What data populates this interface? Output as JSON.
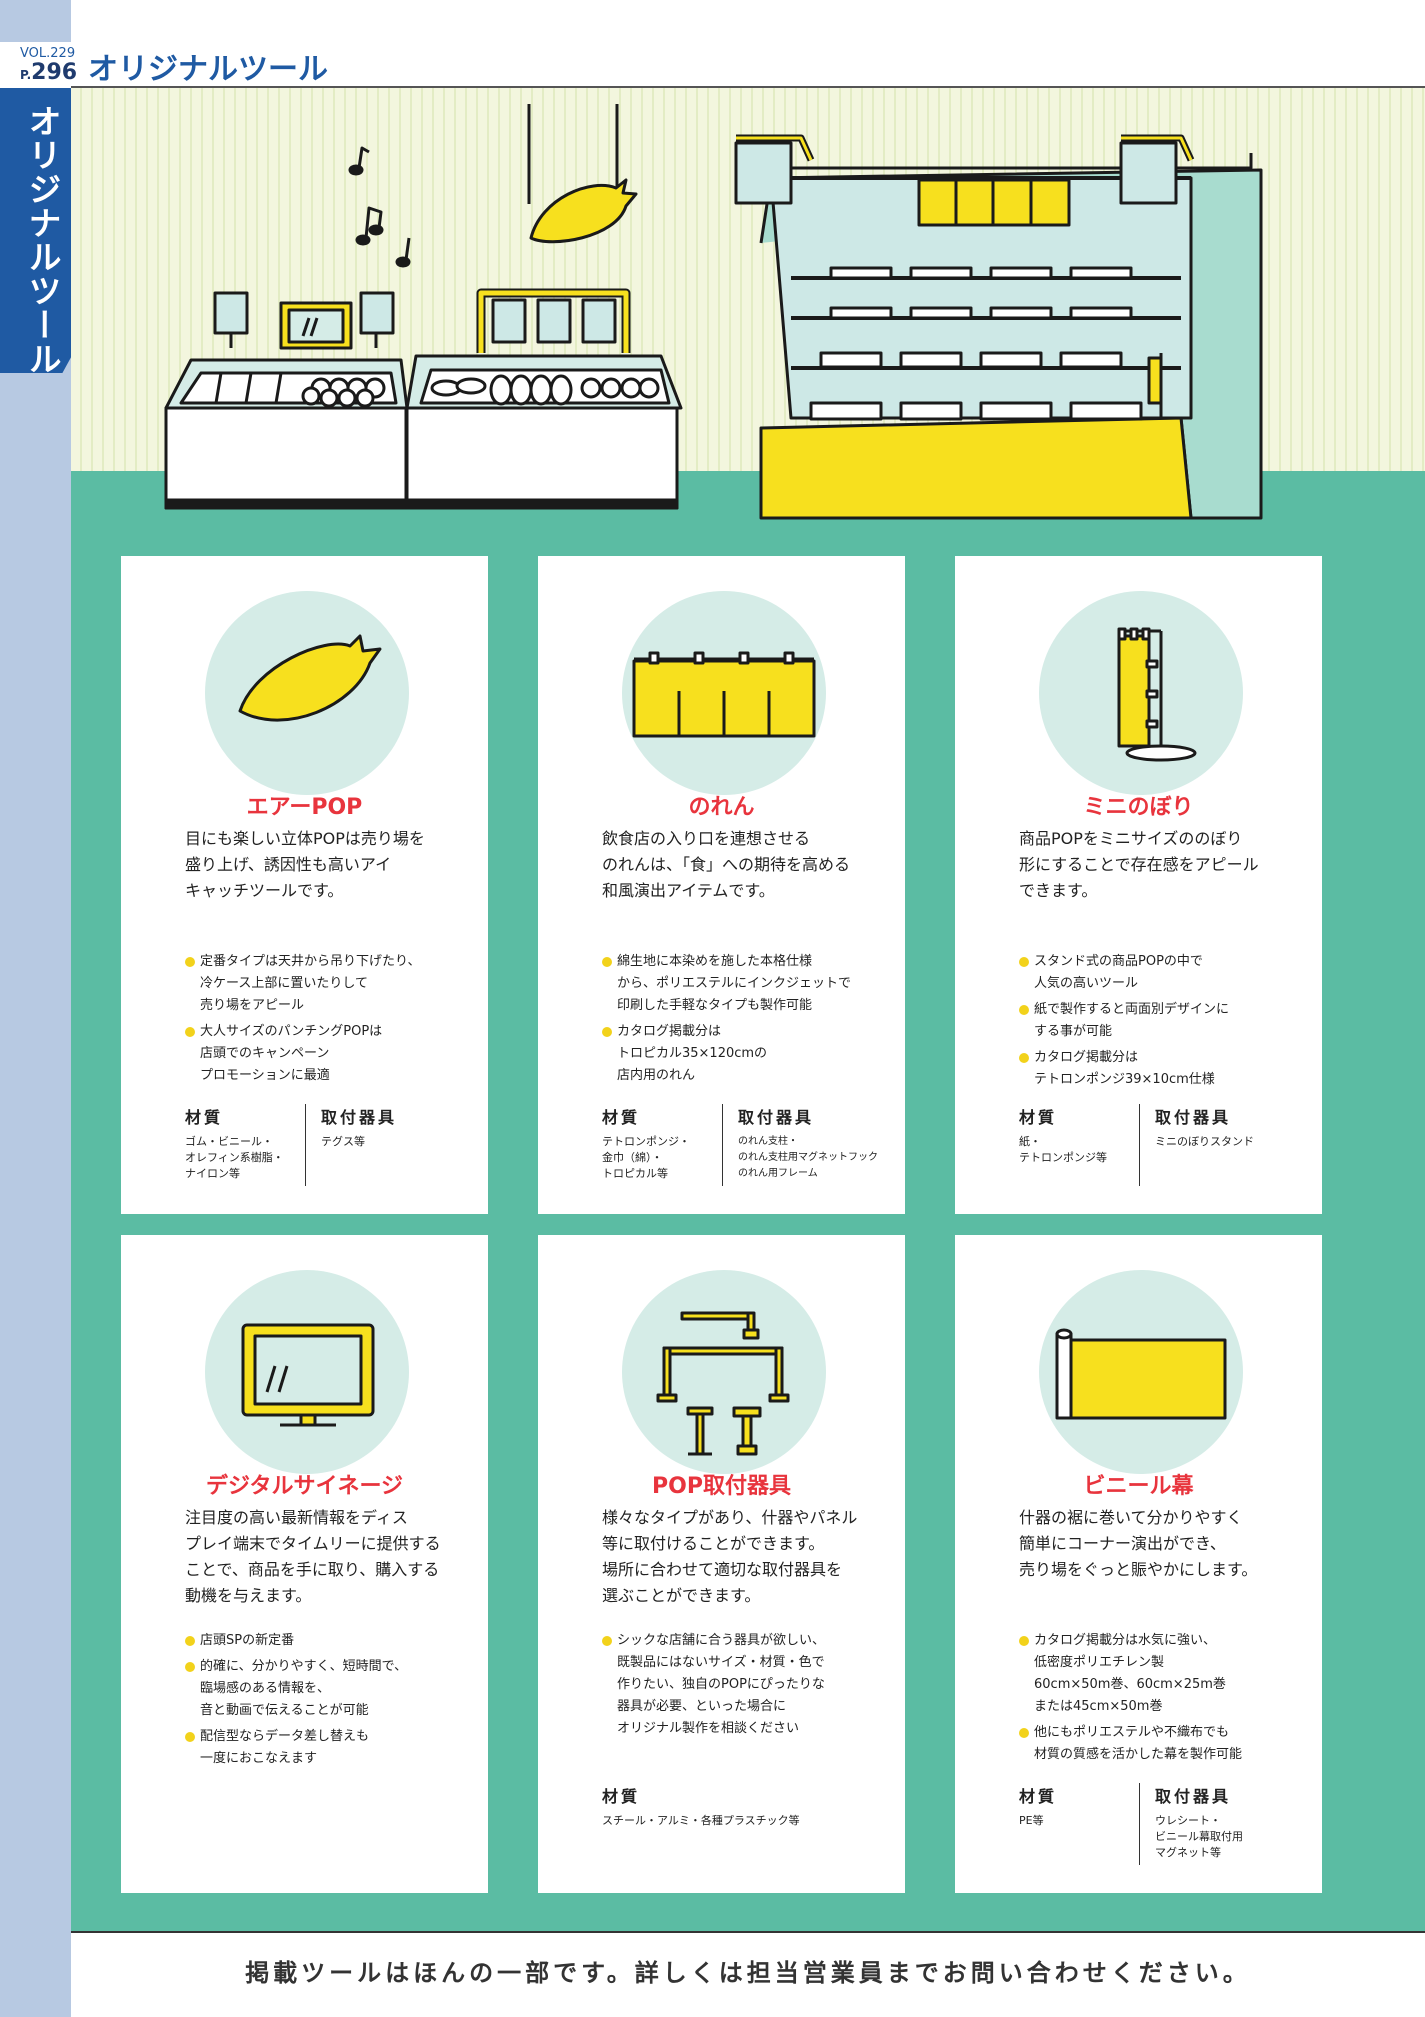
{
  "header": {
    "vol_label": "VOL.229",
    "page_prefix": "P.",
    "page_number": "296",
    "title": "オリジナルツール",
    "side_tab": "オリジナルツール"
  },
  "cards": [
    {
      "title": "エアーPOP",
      "desc_lines": [
        "目にも楽しい立体POPは売り場を",
        "盛り上げ、誘因性も高いアイ",
        "キャッチツールです。"
      ],
      "bullets": [
        {
          "lines": [
            "定番タイプは天井から吊り下げたり、",
            "冷ケース上部に置いたりして",
            "売り場をアピール"
          ]
        },
        {
          "lines": [
            "大人サイズのパンチングPOPは",
            "店頭でのキャンペーン",
            "プロモーションに最適"
          ]
        }
      ],
      "spec_left": {
        "head": "材質",
        "lines": [
          "ゴム・ビニール・",
          "オレフィン系樹脂・",
          "ナイロン等"
        ]
      },
      "spec_right": {
        "head": "取付器具",
        "lines": [
          "テグス等"
        ]
      }
    },
    {
      "title": "のれん",
      "desc_lines": [
        "飲食店の入り口を連想させる",
        "のれんは、「食」への期待を高める",
        "和風演出アイテムです。"
      ],
      "bullets": [
        {
          "lines": [
            "綿生地に本染めを施した本格仕様",
            "から、ポリエステルにインクジェットで",
            "印刷した手軽なタイプも製作可能"
          ]
        },
        {
          "lines": [
            "カタログ掲載分は",
            "トロピカル35×120cmの",
            "店内用のれん"
          ]
        }
      ],
      "spec_left": {
        "head": "材質",
        "lines": [
          "テトロンポンジ・",
          "金巾（綿）・",
          "トロピカル等"
        ]
      },
      "spec_right": {
        "head": "取付器具",
        "lines": [
          "のれん支柱・",
          "のれん支柱用マグネットフック",
          "のれん用フレーム"
        ]
      }
    },
    {
      "title": "ミニのぼり",
      "desc_lines": [
        "商品POPをミニサイズののぼり",
        "形にすることで存在感をアピール",
        "できます。"
      ],
      "bullets": [
        {
          "lines": [
            "スタンド式の商品POPの中で",
            "人気の高いツール"
          ]
        },
        {
          "lines": [
            "紙で製作すると両面別デザインに",
            "する事が可能"
          ]
        },
        {
          "lines": [
            "カタログ掲載分は",
            "テトロンポンジ39×10cm仕様"
          ]
        }
      ],
      "spec_left": {
        "head": "材質",
        "lines": [
          "紙・",
          "テトロンポンジ等"
        ]
      },
      "spec_right": {
        "head": "取付器具",
        "lines": [
          "ミニのぼりスタンド"
        ]
      }
    },
    {
      "title": "デジタルサイネージ",
      "desc_lines": [
        "注目度の高い最新情報をディス",
        "プレイ端末でタイムリーに提供する",
        "ことで、商品を手に取り、購入する",
        "動機を与えます。"
      ],
      "bullets": [
        {
          "lines": [
            "店頭SPの新定番"
          ]
        },
        {
          "lines": [
            "的確に、分かりやすく、短時間で、",
            "臨場感のある情報を、",
            "音と動画で伝えることが可能"
          ]
        },
        {
          "lines": [
            "配信型ならデータ差し替えも",
            "一度におこなえます"
          ]
        }
      ],
      "spec_left": {
        "head": "",
        "lines": []
      },
      "spec_right": {
        "head": "",
        "lines": []
      }
    },
    {
      "title": "POP取付器具",
      "desc_lines": [
        "様々なタイプがあり、什器やパネル",
        "等に取付けることができます。",
        "場所に合わせて適切な取付器具を",
        "選ぶことができます。"
      ],
      "bullets": [
        {
          "lines": [
            "シックな店舗に合う器具が欲しい、",
            "既製品にはないサイズ・材質・色で",
            "作りたい、独自のPOPにぴったりな",
            "器具が必要、といった場合に",
            "オリジナル製作を相談ください"
          ]
        }
      ],
      "spec_left": {
        "head": "材質",
        "lines": [
          "スチール・アルミ・各種プラスチック等"
        ]
      },
      "spec_right": {
        "head": "",
        "lines": []
      }
    },
    {
      "title": "ビニール幕",
      "desc_lines": [
        "什器の裾に巻いて分かりやすく",
        "簡単にコーナー演出ができ、",
        "売り場をぐっと賑やかにします。"
      ],
      "bullets": [
        {
          "lines": [
            "カタログ掲載分は水気に強い、",
            "低密度ポリエチレン製",
            "60cm×50m巻、60cm×25m巻",
            "または45cm×50m巻"
          ]
        },
        {
          "lines": [
            "他にもポリエステルや不織布でも",
            "材質の質感を活かした幕を製作可能"
          ]
        }
      ],
      "spec_left": {
        "head": "材質",
        "lines": [
          "PE等"
        ]
      },
      "spec_right": {
        "head": "取付器具",
        "lines": [
          "ウレシート・",
          "ビニール幕取付用",
          "マグネット等"
        ]
      }
    }
  ],
  "footer": {
    "text": "掲載ツールはほんの一部です。詳しくは担当営業員までお問い合わせください。"
  },
  "colors": {
    "brand_blue": "#1f5aa3",
    "accent_red": "#e8343d",
    "yellow": "#f7e01e",
    "teal": "#5bbca3",
    "mint": "#a8dccf"
  }
}
